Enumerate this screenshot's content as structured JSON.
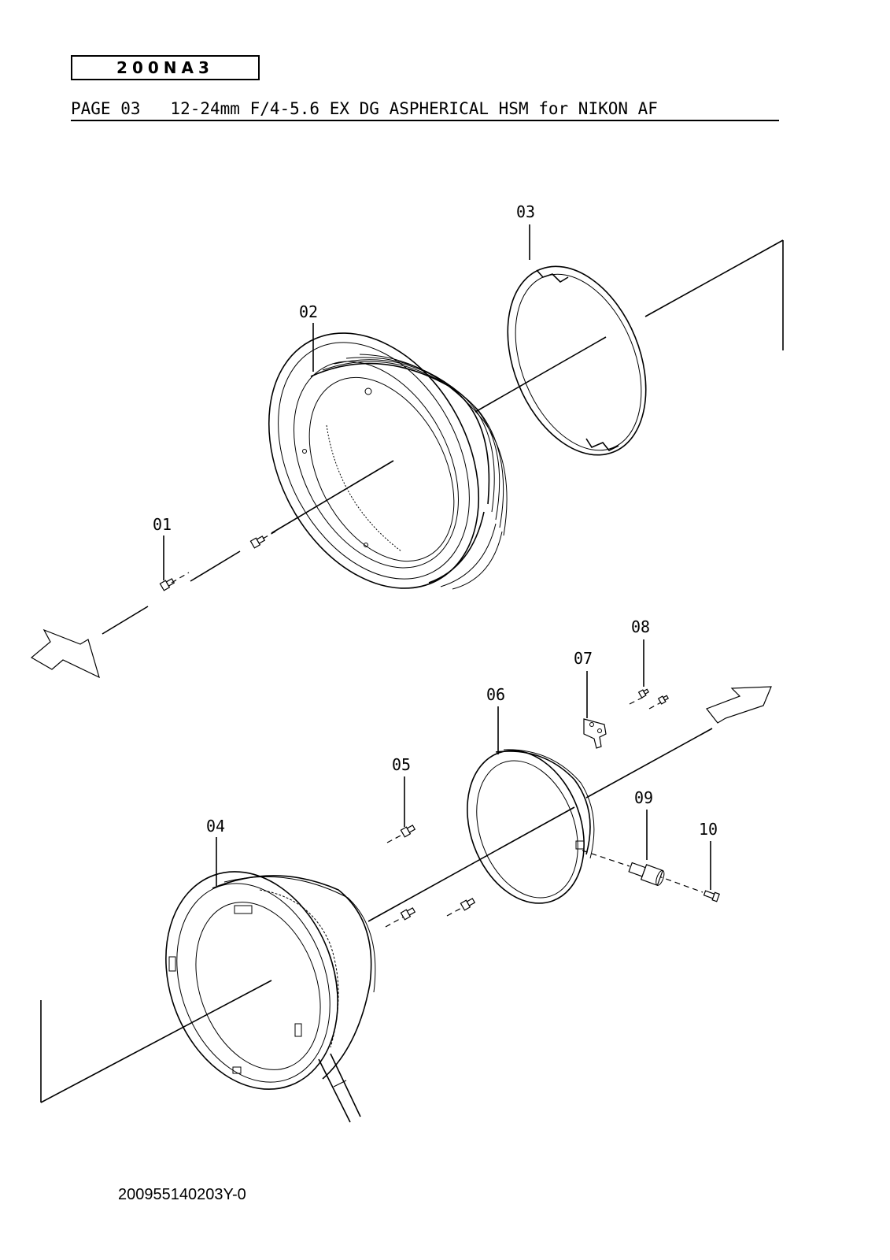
{
  "header": {
    "model_code": "200NA3",
    "page_title": "PAGE 03   12-24mm F/4-5.6 EX DG ASPHERICAL HSM for NIKON AF"
  },
  "callouts": [
    "01",
    "02",
    "03",
    "04",
    "05",
    "06",
    "07",
    "08",
    "09",
    "10"
  ],
  "footer": {
    "doc_number": "200955140203Y-0"
  }
}
